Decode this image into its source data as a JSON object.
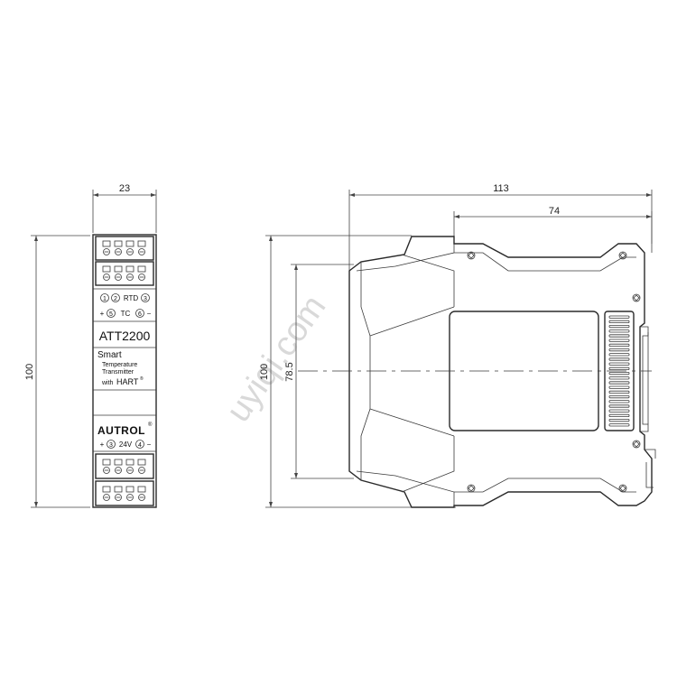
{
  "front_view": {
    "width_dimension": "23",
    "height_dimension": "100",
    "model": "ATT2200",
    "smart_label": "Smart",
    "description_line1": "Temperature",
    "description_line2": "Transmitter",
    "with_label": "with",
    "hart_label": "HART",
    "hart_mark": "®",
    "brand": "AUTROL",
    "brand_mark": "®",
    "terminal_row1": {
      "t1": "1",
      "t2": "2",
      "label": "RTD",
      "t3": "3"
    },
    "terminal_row2": {
      "plus": "+",
      "t5": "5",
      "label": "TC",
      "t6": "6",
      "minus": "−"
    },
    "power_row": {
      "plus": "+",
      "t3": "3",
      "label": "24V",
      "t4": "4",
      "minus": "−"
    }
  },
  "side_view": {
    "depth_overall": "113",
    "depth_body": "74",
    "height_overall": "100",
    "height_inner": "78.5"
  },
  "watermark": "uyiqi.com"
}
